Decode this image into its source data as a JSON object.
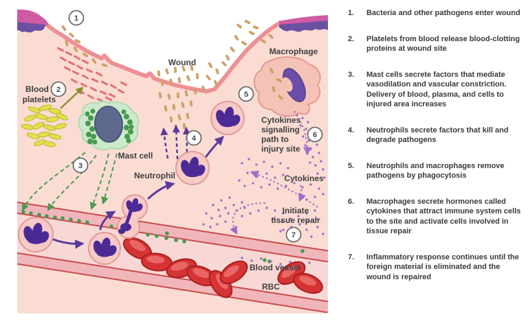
{
  "diagram": {
    "labels": {
      "wound": "Wound",
      "blood_platelets": [
        "Blood",
        "platelets"
      ],
      "mast_cell": "Mast cell",
      "neutrophil": "Neutrophil",
      "macrophage": "Macrophage",
      "cytokines_path": [
        "Cytokines",
        "signalling",
        "path to",
        "injury site"
      ],
      "cytokines": "Cytokines",
      "initiate_repair": [
        "Initiate",
        "tissue repair"
      ],
      "blood_vessel": "Blood vessel",
      "rbc": "RBC"
    },
    "step_markers": [
      "1",
      "2",
      "3",
      "4",
      "5",
      "6",
      "7"
    ],
    "colors": {
      "skin_fill": "#fadcd3",
      "skin_line": "#ee8f94",
      "epidermis_magenta": "#cf5ca2",
      "epidermis_purple": "#6b4fa1",
      "vessel_wall": "#f0b6ba",
      "vessel_line": "#c84b4b",
      "vessel_lumen": "#f8d8d5",
      "rbc_red": "#d63434",
      "mast_body_green": "#cde9cb",
      "mast_nucleus_slate": "#5e6a8d",
      "granule_green": "#459a4e",
      "cell_body_pink": "#f6cac6",
      "nucleus_purple": "#4c2a96",
      "platelet_yellow": "#e3e04e",
      "bacteria_tan": "#cfa268",
      "clot_red": "#e37070",
      "cytokine_lavender": "#a06cc8",
      "arrow_purple": "#5b3a9e",
      "arrow_green": "#4a9a52",
      "arrow_olive": "#8a9030",
      "label_text": "#3e3e3e"
    }
  },
  "legend": {
    "items": [
      {
        "num": "1.",
        "text": "Bacteria and other pathogens enter wound"
      },
      {
        "num": "2.",
        "text": "Platelets from blood release blood-clotting proteins at wound site"
      },
      {
        "num": "3.",
        "text": "Mast cells secrete factors that mediate vasodilation and vascular constriction. Delivery of blood, plasma, and cells to injured area increases"
      },
      {
        "num": "4.",
        "text": "Neutrophils secrete factors that kill and degrade pathogens"
      },
      {
        "num": "5.",
        "text": "Neutrophils and macrophages remove pathogens by phagocytosis"
      },
      {
        "num": "6.",
        "text": "Macrophages secrete hormones called cytokines that attract immune system cells to the site and activate cells involved in tissue repair"
      },
      {
        "num": "7.",
        "text": "Inflammatory response continues until the foreign material is eliminated and the wound is repaired"
      }
    ]
  }
}
